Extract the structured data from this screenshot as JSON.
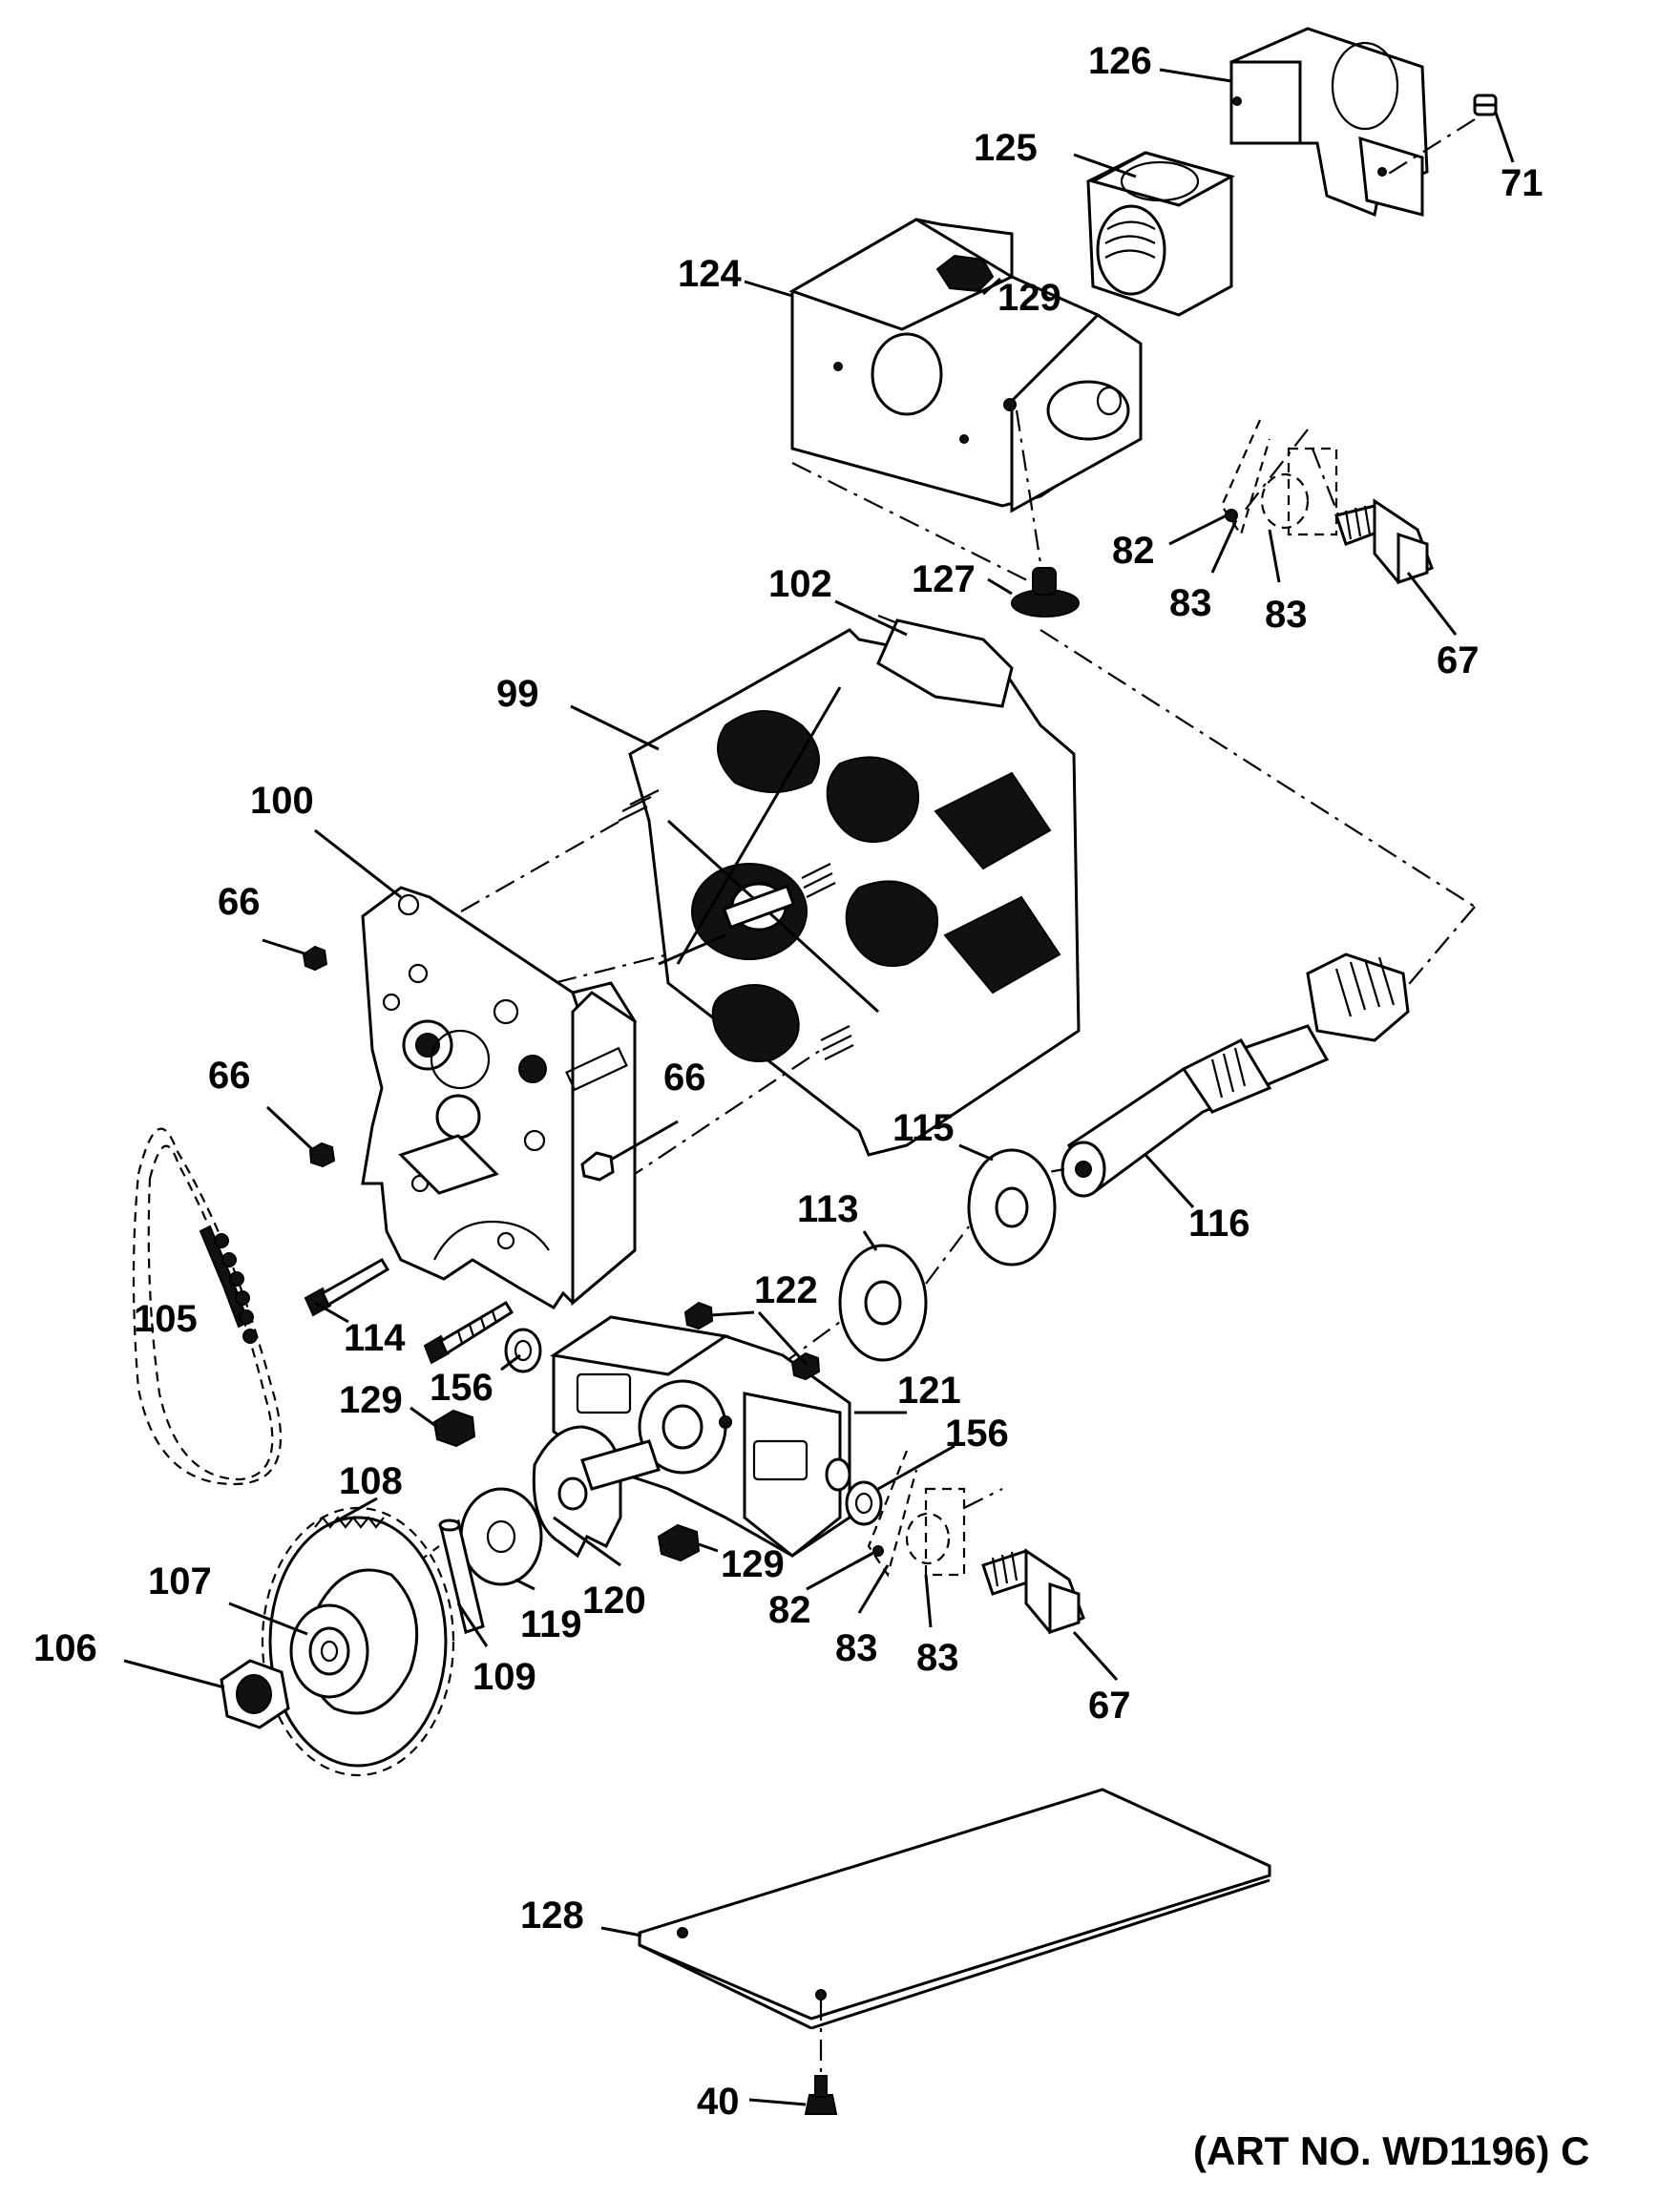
{
  "labels": {
    "p126": "126",
    "p125": "125",
    "p71": "71",
    "p124": "124",
    "p129a": "129",
    "p82a": "82",
    "p83a": "83",
    "p83b": "83",
    "p67a": "67",
    "p127": "127",
    "p102": "102",
    "p99": "99",
    "p100": "100",
    "p66a": "66",
    "p66b": "66",
    "p66c": "66",
    "p115": "115",
    "p113": "113",
    "p116": "116",
    "p105": "105",
    "p114": "114",
    "p122": "122",
    "p156a": "156",
    "p129b": "129",
    "p121": "121",
    "p156b": "156",
    "p108": "108",
    "p107": "107",
    "p106": "106",
    "p109": "109",
    "p119": "119",
    "p120": "120",
    "p129c": "129",
    "p82b": "82",
    "p83c": "83",
    "p83d": "83",
    "p67b": "67",
    "p128": "128",
    "p40": "40"
  },
  "art_number": "(ART NO. WD1196) C"
}
